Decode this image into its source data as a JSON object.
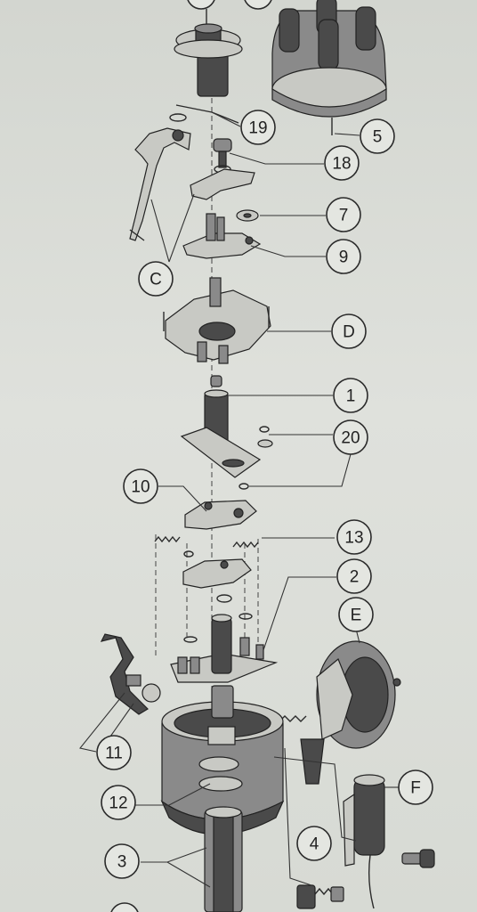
{
  "diagram": {
    "callouts": [
      {
        "id": "19",
        "label": "19"
      },
      {
        "id": "5",
        "label": "5"
      },
      {
        "id": "18",
        "label": "18"
      },
      {
        "id": "7",
        "label": "7"
      },
      {
        "id": "9",
        "label": "9"
      },
      {
        "id": "C",
        "label": "C"
      },
      {
        "id": "D",
        "label": "D"
      },
      {
        "id": "1",
        "label": "1"
      },
      {
        "id": "20",
        "label": "20"
      },
      {
        "id": "10",
        "label": "10"
      },
      {
        "id": "13",
        "label": "13"
      },
      {
        "id": "2",
        "label": "2"
      },
      {
        "id": "E",
        "label": "E"
      },
      {
        "id": "11",
        "label": "11"
      },
      {
        "id": "F",
        "label": "F"
      },
      {
        "id": "12",
        "label": "12"
      },
      {
        "id": "3",
        "label": "3"
      },
      {
        "id": "4",
        "label": "4"
      }
    ]
  }
}
